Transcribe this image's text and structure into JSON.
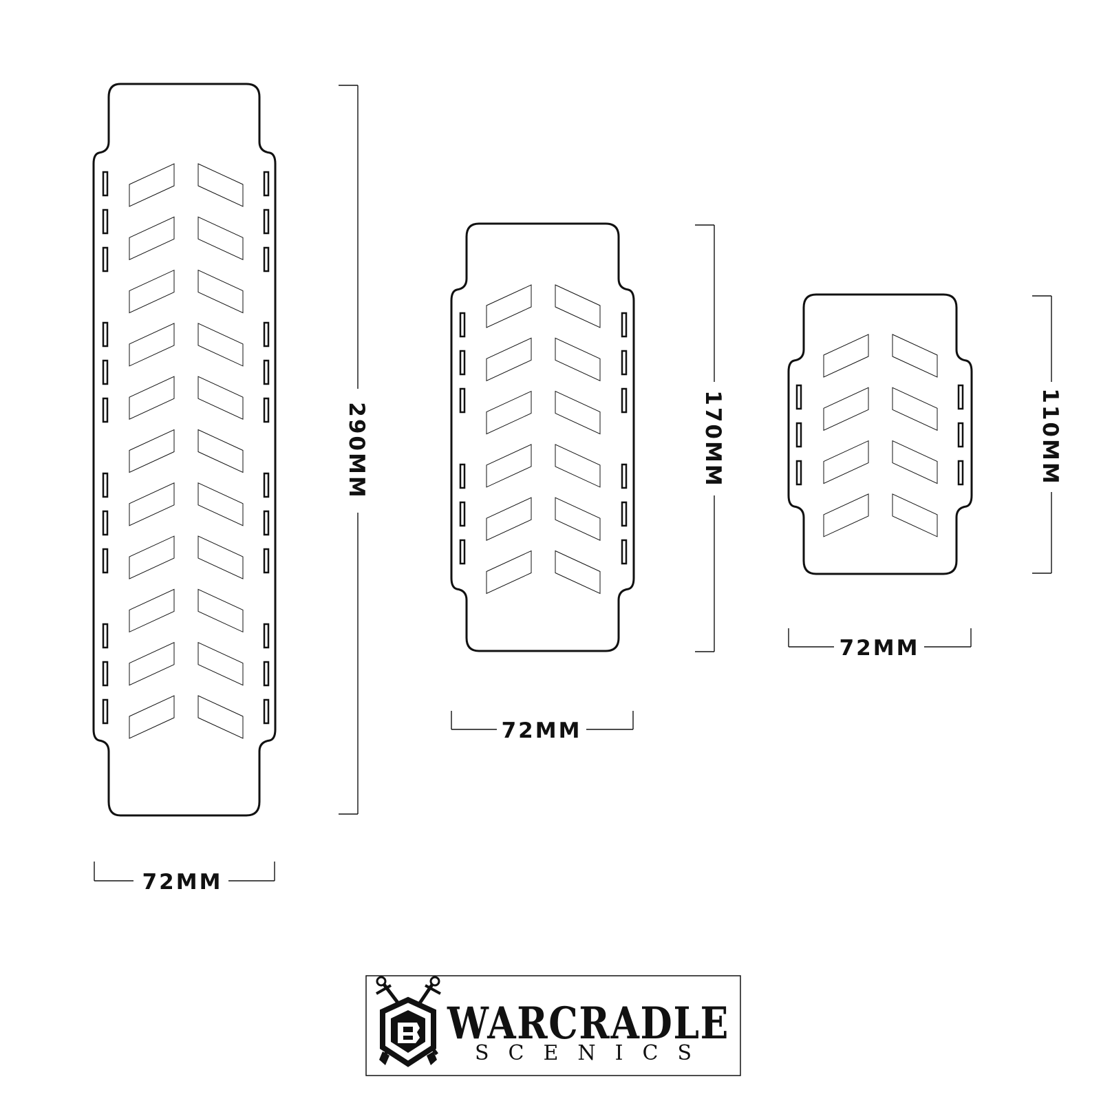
{
  "pieces": [
    {
      "id": "large",
      "length_label": "290MM",
      "width_label": "72MM",
      "chevron_rows": 11
    },
    {
      "id": "medium",
      "length_label": "170MM",
      "width_label": "72MM",
      "chevron_rows": 6
    },
    {
      "id": "small",
      "length_label": "110MM",
      "width_label": "72MM",
      "chevron_rows": 4
    }
  ],
  "logo": {
    "name": "WARCRADLE",
    "subtitle": "SCENICS",
    "icon": "crossed-swords-shield-icon"
  },
  "colors": {
    "line": "#111111",
    "background": "#ffffff"
  }
}
